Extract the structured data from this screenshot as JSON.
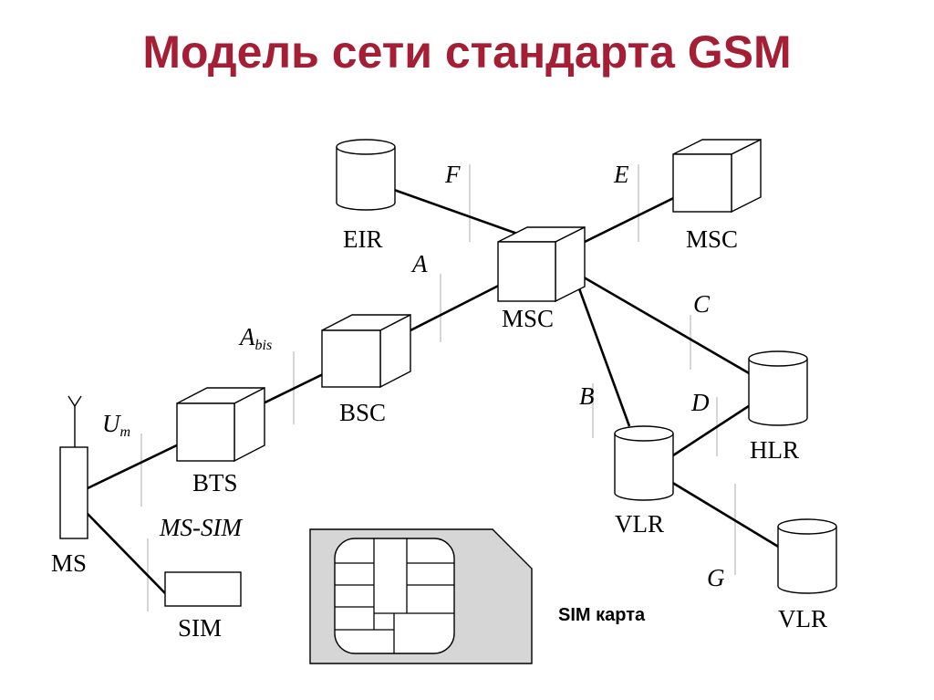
{
  "title": "Модель сети стандарта GSM",
  "colors": {
    "title": "#a41f35",
    "sim_card": "#d6d6d6"
  },
  "nodes": {
    "eir": "EIR",
    "msc_top": "MSC",
    "msc_center": "MSC",
    "bsc": "BSC",
    "bts": "BTS",
    "ms": "MS",
    "sim": "SIM",
    "hlr": "HLR",
    "vlr_center": "VLR",
    "vlr_bottom": "VLR"
  },
  "interfaces": {
    "f": "F",
    "e": "E",
    "a": "A",
    "abis": "A",
    "abis_sub": "bis",
    "um": "U",
    "um_sub": "m",
    "ms_sim": "MS-SIM",
    "c": "C",
    "b": "B",
    "d": "D",
    "g": "G"
  },
  "sim_card_caption": "SIM карта"
}
